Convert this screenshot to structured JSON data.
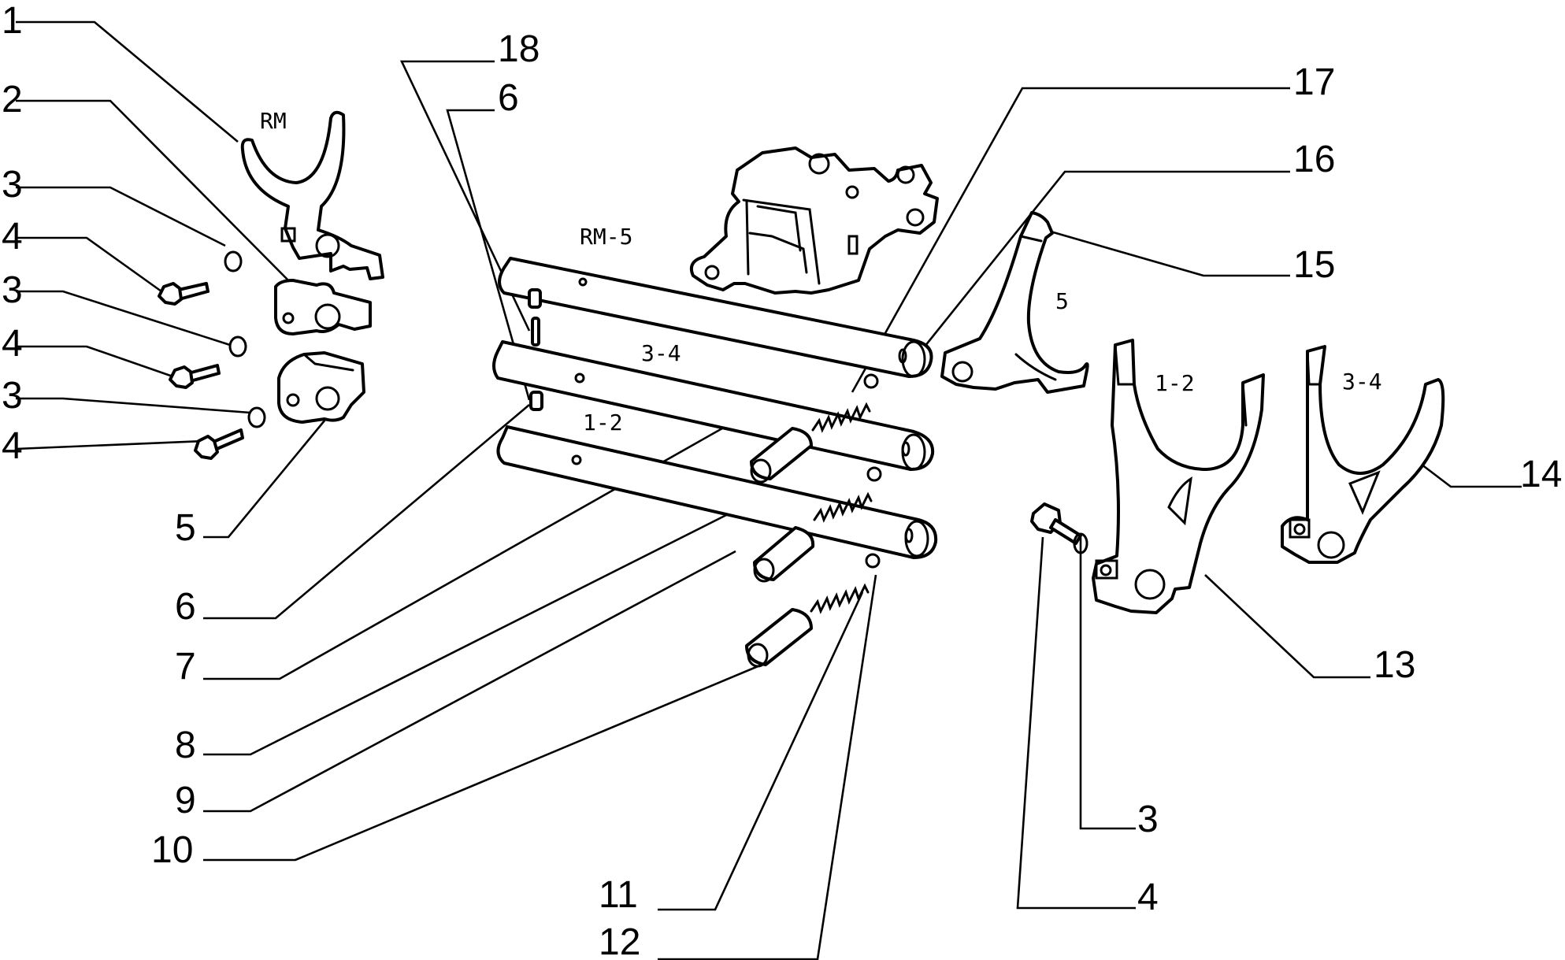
{
  "labels": {
    "rm": "RM",
    "rm5": "RM-5",
    "g34": "3-4",
    "g12": "1-2",
    "g5": "5",
    "f12": "1-2",
    "f34": "3-4"
  },
  "callouts": [
    "1",
    "2",
    "3",
    "4",
    "3",
    "4",
    "3",
    "4",
    "5",
    "6",
    "7",
    "8",
    "9",
    "10",
    "11",
    "12",
    "18",
    "6",
    "17",
    "16",
    "15",
    "14",
    "13",
    "3",
    "4"
  ],
  "colors": {
    "ink": "#000000",
    "paper": "#ffffff"
  }
}
